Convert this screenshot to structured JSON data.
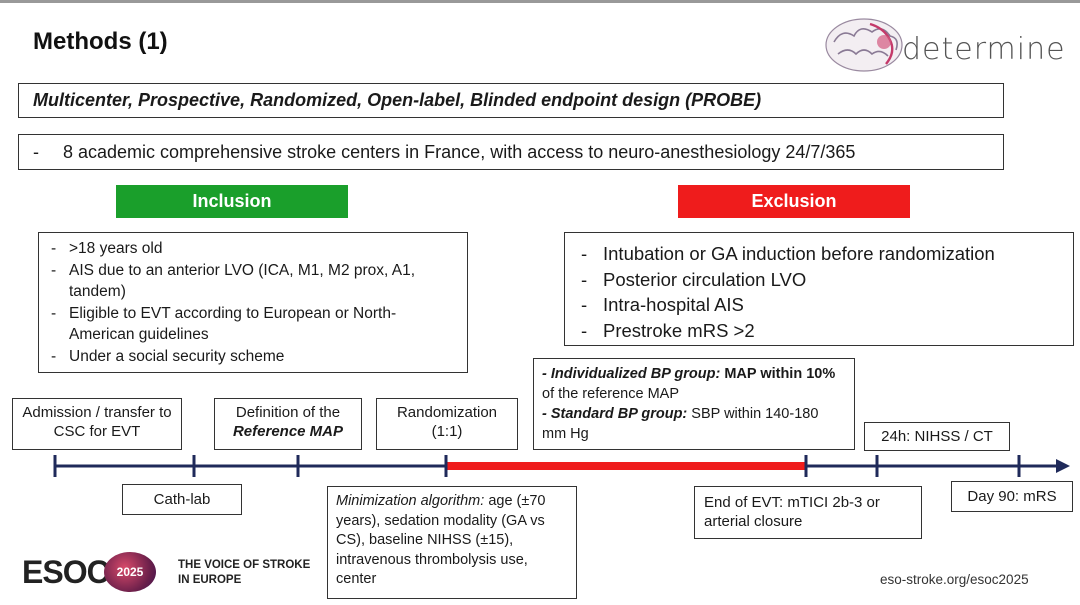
{
  "header": {
    "title": "Methods (1)",
    "logo_text": "determine"
  },
  "design": "Multicenter, Prospective, Randomized, Open-label, Blinded endpoint design (PROBE)",
  "centers": {
    "dash": "-",
    "text": "8 academic comprehensive stroke centers in France, with access to neuro-anesthesiology 24/7/365"
  },
  "inclusion": {
    "label": "Inclusion",
    "color": "#1a9f2b",
    "items": [
      ">18 years old",
      "AIS due to an anterior LVO (ICA, M1, M2 prox, A1, tandem)",
      "Eligible to EVT according to European or North-American guidelines",
      "Under a social security scheme"
    ]
  },
  "exclusion": {
    "label": "Exclusion",
    "color": "#ef1c1c",
    "items": [
      "Intubation or GA induction before randomization",
      "Posterior circulation LVO",
      "Intra-hospital AIS",
      "Prestroke mRS >2"
    ]
  },
  "groups": {
    "individualized_label": "- Individualized BP group:",
    "individualized_bold": "MAP within 10%",
    "individualized_rest": "of the reference MAP",
    "standard_label": "- Standard BP group:",
    "standard_rest": "SBP within 140-180 mm Hg"
  },
  "timeline": {
    "admission": "Admission / transfer to CSC for EVT",
    "definition_line1": "Definition of the",
    "definition_line2": "Reference MAP",
    "randomization_line1": "Randomization",
    "randomization_line2": "(1:1)",
    "h24": "24h: NIHSS / CT",
    "cathlab": "Cath-lab",
    "minimization_label": "Minimization algorithm:",
    "minimization_rest": "age (±70 years), sedation modality (GA vs CS), baseline NIHSS (±15), intravenous thrombolysis use, center",
    "end_evt": "End of EVT: mTICI 2b-3 or arterial closure",
    "day90": "Day 90: mRS",
    "axis_color": "#1f2a5a",
    "intervention_color": "#ef1c1c"
  },
  "footer": {
    "esoc": "ESOC",
    "badge": "2025",
    "voice_line1": "THE VOICE OF STROKE",
    "voice_line2": "IN EUROPE",
    "url": "eso-stroke.org/esoc2025"
  }
}
